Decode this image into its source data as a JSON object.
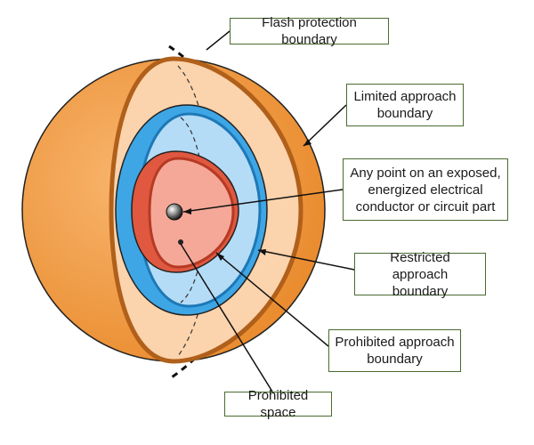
{
  "labels": {
    "flash_protection": "Flash protection boundary",
    "limited_approach": "Limited approach\nboundary",
    "exposed_point": "Any point on an exposed,\nenergized electrical\nconductor or circuit part",
    "restricted_approach": "Restricted approach\nboundary",
    "prohibited_approach": "Prohibited approach\nboundary",
    "prohibited_space": "Prohibited space"
  },
  "colors": {
    "limited_zone": "#f3a250",
    "limited_zone_inner": "#fbd3ac",
    "restricted_zone": "#3ea6e5",
    "restricted_zone_inner": "#b5dcf6",
    "prohibited_zone": "#e0583f",
    "prohibited_zone_inner": "#f6a898",
    "callout_border": "#4a6b2f",
    "outline": "#222222"
  }
}
